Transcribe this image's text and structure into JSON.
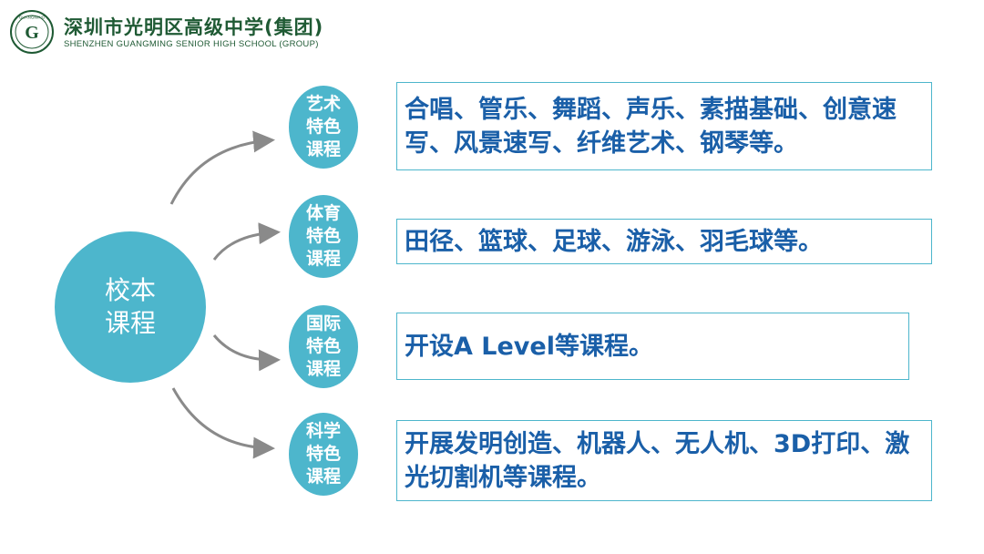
{
  "header": {
    "school_name": "深圳市光明区高级中学(集团)",
    "school_name_en": "SHENZHEN GUANGMING SENIOR HIGH SCHOOL (GROUP)",
    "logo_text": "GUANGMING",
    "logo_letter": "G"
  },
  "center": {
    "line1": "校本",
    "line2": "课程"
  },
  "categories": [
    {
      "lines": [
        "艺术",
        "特色",
        "课程"
      ],
      "description": "合唱、管乐、舞蹈、声乐、素描基础、创意速写、风景速写、纤维艺术、钢琴等。"
    },
    {
      "lines": [
        "体育",
        "特色",
        "课程"
      ],
      "description": "田径、篮球、足球、游泳、羽毛球等。"
    },
    {
      "lines": [
        "国际",
        "特色",
        "课程"
      ],
      "description": "开设A Level等课程。"
    },
    {
      "lines": [
        "科学",
        "特色",
        "课程"
      ],
      "description": "开展发明创造、机器人、无人机、3D打印、激光切割机等课程。"
    }
  ],
  "colors": {
    "accent": "#4db6cc",
    "text_blue": "#1a5fa8",
    "brand_green": "#1f5a34",
    "arrow_gray": "#8a8a8a"
  }
}
